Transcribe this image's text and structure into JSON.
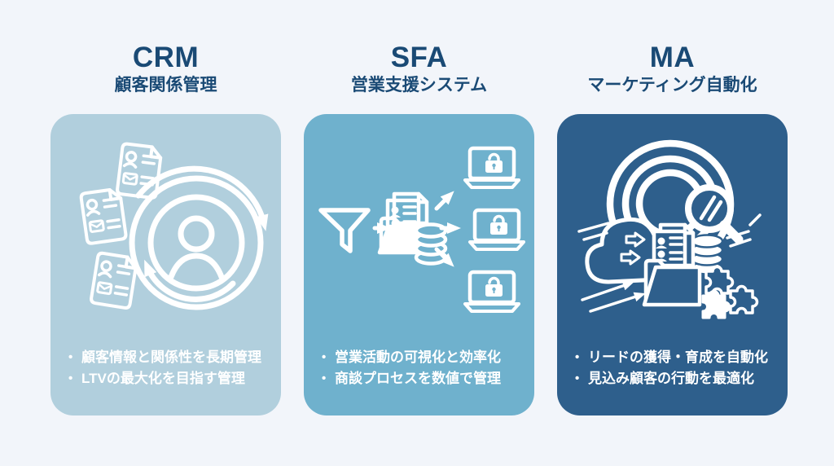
{
  "page": {
    "background_color": "#f2f5fa",
    "title_text_color": "#1a4a75",
    "bullet_text_color": "#ffffff",
    "illustration_color": "#ffffff"
  },
  "columns": [
    {
      "id": "crm",
      "title": "CRM",
      "subtitle": "顧客関係管理",
      "card_color": "#b1cfdd",
      "bullet_dot": "•",
      "bullets": [
        "顧客情報と関係性を長期管理",
        "LTVの最大化を目指す管理"
      ],
      "icons": [
        "contact-sheet-icon",
        "customer-person-icon",
        "cycle-arrows-icon"
      ]
    },
    {
      "id": "sfa",
      "title": "SFA",
      "subtitle": "営業支援システム",
      "card_color": "#6fb1cd",
      "bullet_dot": "•",
      "bullets": [
        "営業活動の可視化と効率化",
        "商談プロセスを数値で管理"
      ],
      "icons": [
        "funnel-icon",
        "folder-documents-icon",
        "database-icon",
        "laptop-lock-icon"
      ]
    },
    {
      "id": "ma",
      "title": "MA",
      "subtitle": "マーケティング自動化",
      "card_color": "#2e5f8c",
      "bullet_dot": "•",
      "bullets": [
        "リードの獲得・育成を自動化",
        "見込み顧客の行動を最適化"
      ],
      "icons": [
        "target-rings-icon",
        "magnifier-icon",
        "cloud-icon",
        "folder-documents-icon",
        "database-icon",
        "puzzle-icon"
      ]
    }
  ]
}
